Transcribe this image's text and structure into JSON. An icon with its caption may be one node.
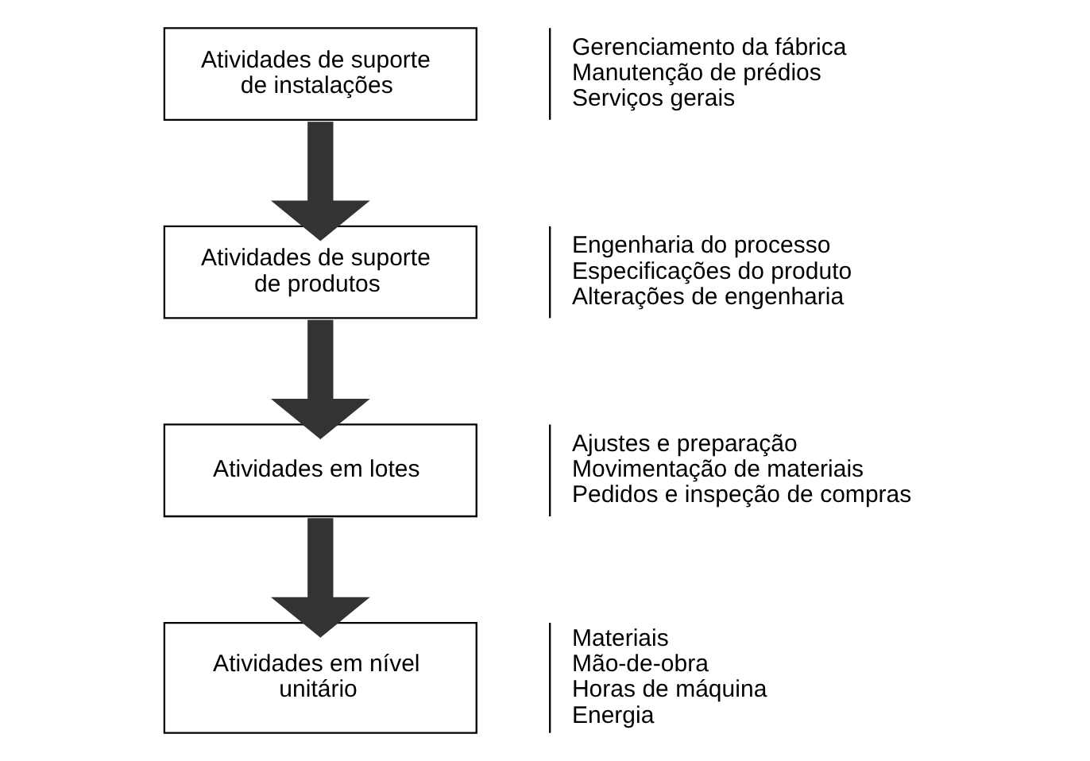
{
  "diagram": {
    "nodes": [
      {
        "text": [
          "Atividades de suporte de instalações"
        ],
        "beside": [
          "Gerenciamento da fábrica",
          "Manutenção de prédios",
          "Serviços gerais"
        ]
      },
      {
        "text": [
          "Atividades de suporte de produtos"
        ],
        "beside": [
          "Engenharia do processo",
          "Especificações do produto",
          "Alterações de engenharia"
        ]
      },
      {
        "text": [
          "Atividades em lotes"
        ],
        "beside": [
          "Ajustes e preparação",
          "Movimentação de materiais",
          "Pedidos e inspeção de compras"
        ]
      },
      {
        "text": [
          "Atividades em nível unitário"
        ],
        "beside": [
          "Materiais",
          "Mão-de-obra",
          "Horas de máquina",
          "Energia"
        ]
      }
    ],
    "edges": [
      {
        "from": 0,
        "to": 1,
        "arrow": "to"
      },
      {
        "from": 1,
        "to": 2,
        "arrow": "to"
      },
      {
        "from": 2,
        "to": 3,
        "arrow": "to"
      }
    ]
  }
}
